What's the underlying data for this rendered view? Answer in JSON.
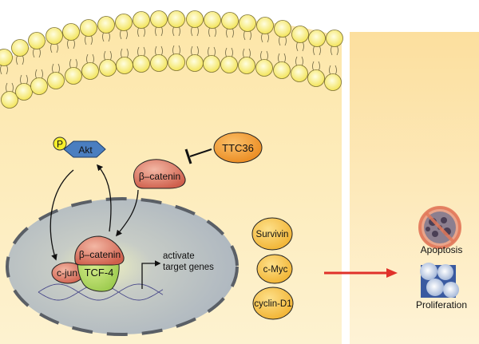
{
  "labels": {
    "phospho": "P",
    "akt": "Akt",
    "ttc36": "TTC36",
    "beta_catenin_cytoplasm": "β–catenin",
    "beta_catenin_nucleus": "β–catenin",
    "tcf4": "TCF-4",
    "cjun": "c-jun",
    "activate_line1": "activate",
    "activate_line2": "target genes",
    "survivin": "Survivin",
    "cmyc": "c-Myc",
    "cyclind1": "cyclin-D1",
    "apoptosis": "Apoptosis",
    "proliferation": "Proliferation"
  },
  "colors": {
    "membrane_head": "#f7ec70",
    "cytoplasm": "#fbdf9a",
    "akt": "#4a7ec0",
    "phospho": "#f6ee2a",
    "ttc36": "#f0962a",
    "beta_catenin": "#d9725f",
    "tcf4": "#a8d255",
    "nucleus": "#b9c1c6",
    "target_genes": "#f7c042",
    "arrow_red": "#e0312a"
  }
}
